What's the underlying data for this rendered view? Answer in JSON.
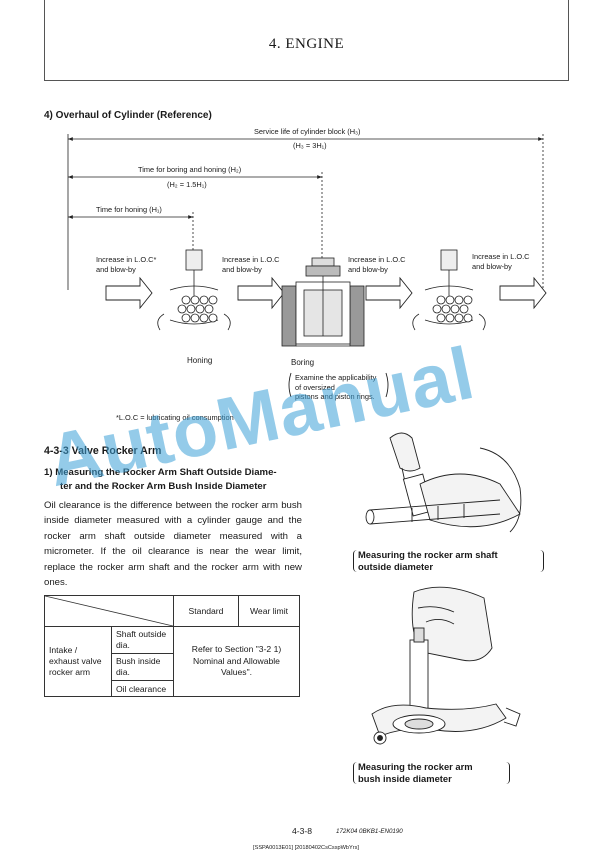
{
  "header": {
    "chapter_title": "4. ENGINE"
  },
  "overhaul": {
    "heading": "4)  Overhaul of Cylinder (Reference)",
    "service_life": "Service life of cylinder block (H₃)",
    "service_life_formula": "(H₃ = 3H₁)",
    "boring_time": "Time for boring and honing (H₂)",
    "boring_formula": "(H₂ = 1.5H₁)",
    "honing_time": "Time for honing (H₁)",
    "increase_1_line1": "Increase in L.O.C*",
    "increase_1_line2": "and blow-by",
    "increase_2_line1": "Increase in L.O.C",
    "increase_2_line2": "and blow-by",
    "increase_3_line1": "Increase in L.O.C",
    "increase_3_line2": "and blow-by",
    "increase_4_line1": "Increase in L.O.C",
    "increase_4_line2": "and blow-by",
    "honing_label": "Honing",
    "boring_label": "Boring",
    "boring_note_line1": "Examine the applicability",
    "boring_note_line2": "of oversized",
    "boring_note_line3": "pistons and piston rings.",
    "loc_footnote": "*L.O.C = lubricating oil consumption"
  },
  "rocker": {
    "section_title": "4-3-3  Valve Rocker Arm",
    "sub_heading_line1": "1)  Measuring the Rocker Arm Shaft Outside Diame-",
    "sub_heading_line2": "ter and the Rocker Arm Bush Inside Diameter",
    "body_text": "Oil clearance is the difference between the rocker arm bush inside diameter measured with a cylinder gauge and the rocker arm shaft outside diameter measured with a micrometer. If the oil clearance is near the wear limit, replace the rocker arm shaft and the rocker arm with new ones.",
    "caption_shaft_line1": "Measuring the rocker arm shaft",
    "caption_shaft_line2": "outside diameter",
    "caption_bush_line1": "Measuring the rocker arm",
    "caption_bush_line2": "bush inside diameter"
  },
  "table": {
    "col_standard": "Standard",
    "col_wear_limit": "Wear limit",
    "row_group": "Intake / exhaust valve rocker arm",
    "row_1": "Shaft outside dia.",
    "row_2": "Bush inside dia.",
    "row_3": "Oil clearance",
    "reference": "Refer to Section \"3-2 1) Nominal and Allowable Values\"."
  },
  "footer": {
    "page_number": "4-3-8",
    "doc_code": "172K04   0BKB1-EN0190",
    "source_code": "[SSPA0013E01] [20180402CsCsspWbYrs]"
  },
  "watermark": {
    "text": "AutoManual",
    "color": "#3ca0d7"
  }
}
